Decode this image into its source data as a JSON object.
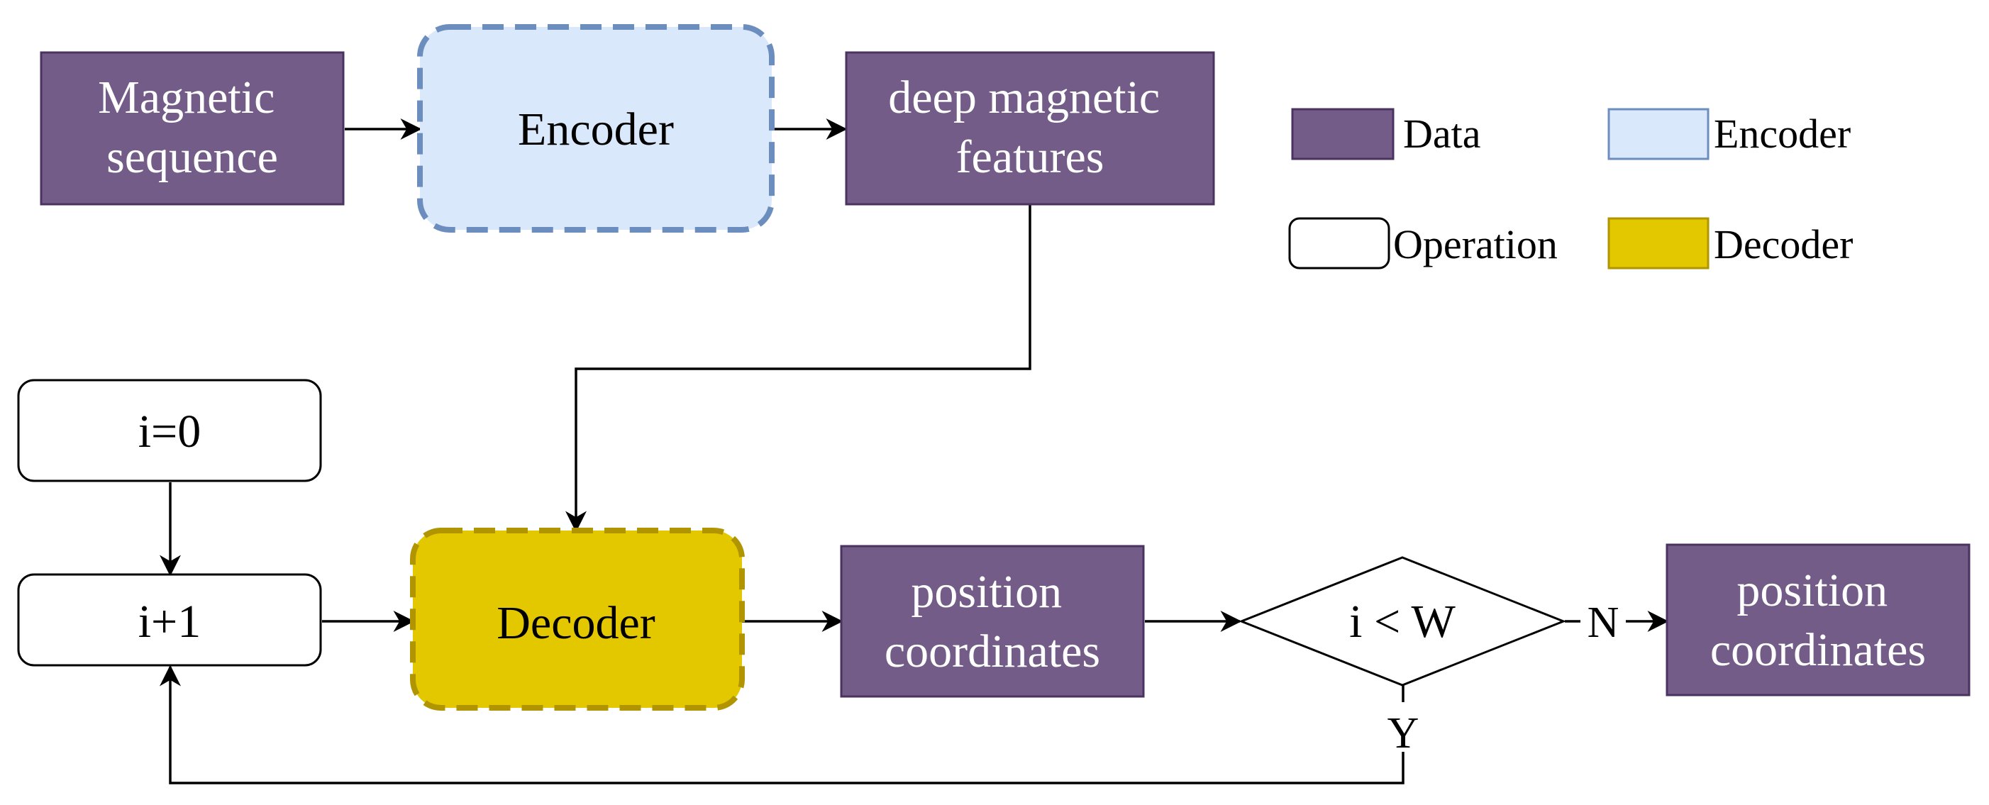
{
  "colors": {
    "data_fill": "#735c88",
    "data_stroke": "#4a3360",
    "encoder_fill": "#dae8fc",
    "encoder_stroke": "#6c8ebf",
    "decoder_fill": "#e3c800",
    "decoder_stroke": "#b09500",
    "operation_fill": "#ffffff",
    "line": "#000000"
  },
  "nodes": {
    "magnetic_sequence": {
      "line1": "Magnetic",
      "line2": "sequence"
    },
    "encoder": {
      "label": "Encoder"
    },
    "deep_features": {
      "line1": "deep magnetic",
      "line2": "features"
    },
    "init": {
      "label": "i=0"
    },
    "increment": {
      "label": "i+1"
    },
    "decoder": {
      "label": "Decoder"
    },
    "position_mid": {
      "line1": "position",
      "line2": "coordinates"
    },
    "condition": {
      "label": "i < W"
    },
    "position_out": {
      "line1": "position",
      "line2": "coordinates"
    }
  },
  "branches": {
    "no": "N",
    "yes": "Y"
  },
  "legend": {
    "data": "Data",
    "encoder": "Encoder",
    "operation": "Operation",
    "decoder": "Decoder"
  }
}
